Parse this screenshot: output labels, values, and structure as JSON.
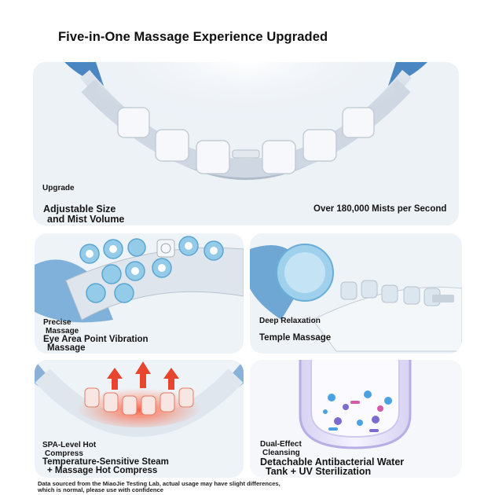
{
  "title": "Five-in-One Massage Experience Upgraded",
  "panel_top": {
    "tag": "Upgrade",
    "feature_left_line1": "Adjustable Size",
    "feature_left_line2": "and Mist Volume",
    "feature_right": "Over 180,000 Mists per Second"
  },
  "panel_eye": {
    "tag_line1": "Precise",
    "tag_line2": "Massage",
    "feature_line1": "Eye Area Point Vibration",
    "feature_line2": "Massage"
  },
  "panel_temple": {
    "tag": "Deep Relaxation",
    "feature": "Temple Massage"
  },
  "panel_hot": {
    "tag_line1": "SPA-Level Hot",
    "tag_line2": "Compress",
    "feature_line1": "Temperature-Sensitive Steam",
    "feature_line2": "+ Massage Hot Compress"
  },
  "panel_clean": {
    "tag_line1": "Dual-Effect",
    "tag_line2": "Cleansing",
    "feature_line1": "Detachable Antibacterial Water",
    "feature_line2": "Tank + UV Sterilization"
  },
  "footnote": "Data sourced from the MiaoJie Testing Lab, actual usage may have slight differences, which is normal, please use with confidence",
  "colors": {
    "device_white": "#f4f6f9",
    "device_shadow": "#c9d2dc",
    "accent_blue": "#4a8fc9",
    "massage_node_blue": "#8fc7e6",
    "heat_red": "#e8452f",
    "uv_purple": "#7d6bd0"
  }
}
